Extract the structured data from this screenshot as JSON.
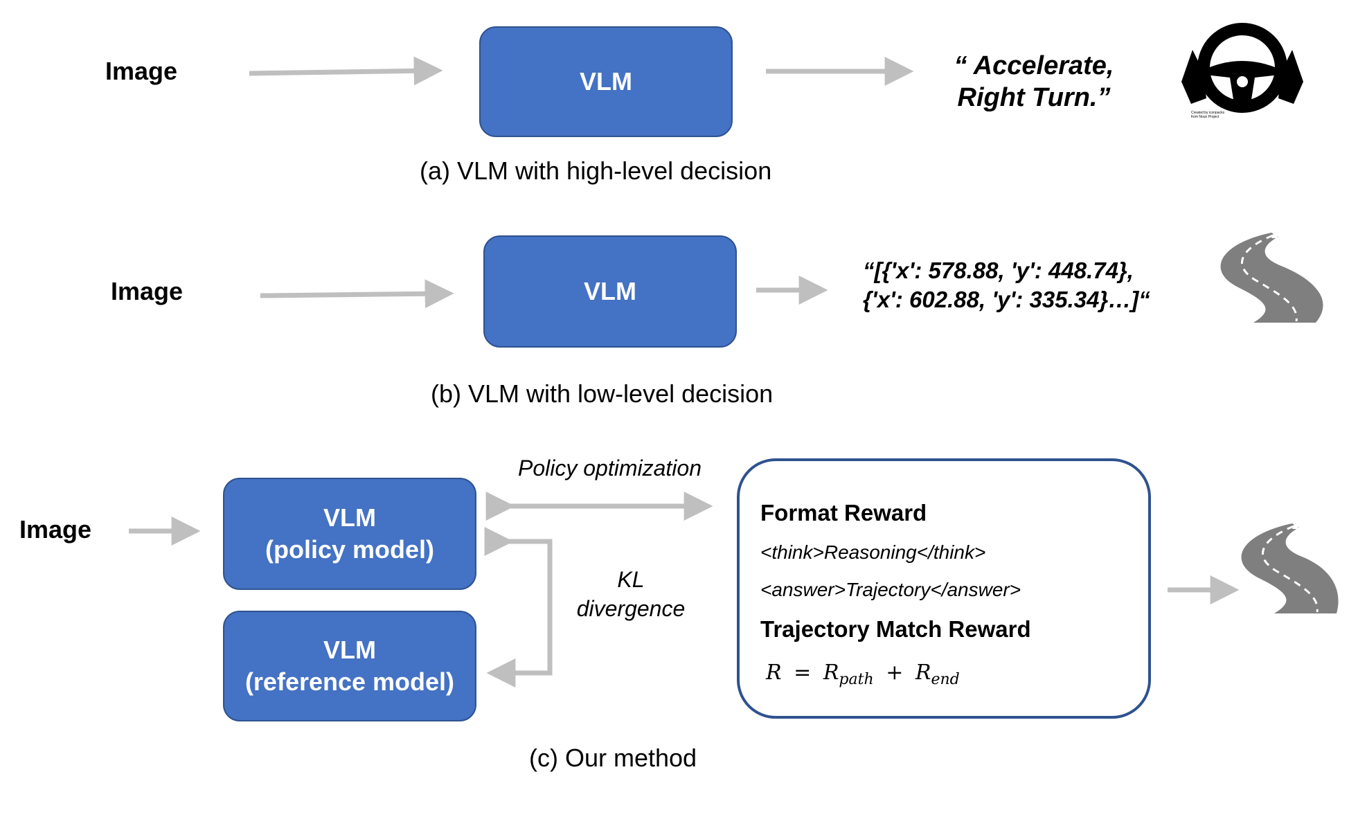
{
  "panel_a": {
    "input_label": "Image",
    "model_label": "VLM",
    "output_text_line1": "“ Accelerate,",
    "output_text_line2": "Right Turn.”",
    "icon": "steering-wheel-icon",
    "icon_credit_line1": "Created by iconpacks",
    "icon_credit_line2": "from Noun Project",
    "caption": "(a) VLM with high-level decision"
  },
  "panel_b": {
    "input_label": "Image",
    "model_label": "VLM",
    "output_text_line1": "“[{'x': 578.88, 'y': 448.74},",
    "output_text_line2": "{'x': 602.88, 'y': 335.34}…]“",
    "icon": "road-trajectory-icon",
    "caption": "(b) VLM with low-level decision"
  },
  "panel_c": {
    "input_label": "Image",
    "policy_model_line1": "VLM",
    "policy_model_line2": "(policy model)",
    "reference_model_line1": "VLM",
    "reference_model_line2": "(reference model)",
    "policy_optimization_label": "Policy optimization",
    "kl_line1": "KL",
    "kl_line2": "divergence",
    "format_reward_title": "Format Reward",
    "think_tag_line": "<think>Reasoning</think>",
    "answer_tag_line": "<answer>Trajectory</answer>",
    "trajectory_reward_title": "Trajectory Match Reward",
    "formula_R": "R",
    "formula_eq": "=",
    "formula_R1": "R",
    "formula_sub1": "path",
    "formula_plus": "+",
    "formula_R2": "R",
    "formula_sub2": "end",
    "icon": "road-trajectory-icon",
    "caption": "(c) Our method"
  },
  "colors": {
    "vlm_fill": "#4472c4",
    "vlm_border": "#2f528f",
    "arrow_gray": "#bfbfbf",
    "reward_border": "#2f528f",
    "road_gray": "#7f7f7f"
  }
}
